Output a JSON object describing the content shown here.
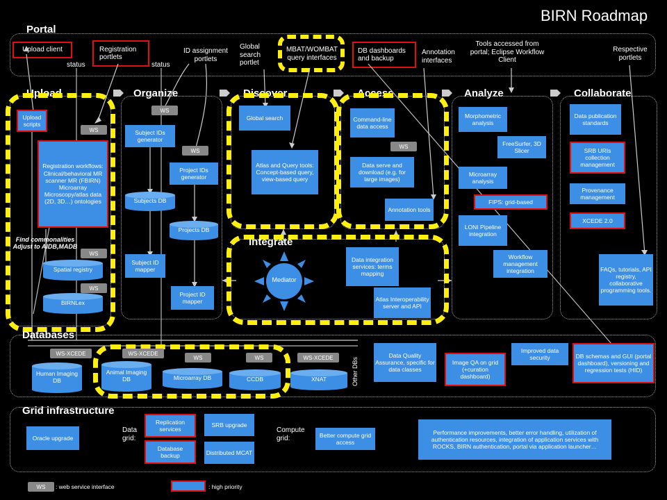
{
  "title": "BIRN Roadmap",
  "portal": {
    "header": "Portal",
    "upload_client": "Upload client",
    "registration_portlets": "Registration portlets",
    "status1": "status",
    "status2": "status",
    "id_assignment": "ID assignment portlets",
    "global_search_portlet": "Global search portlet",
    "mbat": "MBAT/WOMBAT query interfaces",
    "db_dashboards": "DB dashboards and backup",
    "annotation_interfaces": "Annotation interfaces",
    "tools_accessed": "Tools accessed from portal; Eclipse Workflow Client",
    "respective_portlets": "Respective portlets"
  },
  "sections": {
    "upload": "Upload",
    "organize": "Organize",
    "discover": "Discover",
    "access": "Access",
    "analyze": "Analyze",
    "collaborate": "Collaborate",
    "integrate": "Integrate",
    "databases": "Databases",
    "grid": "Grid infrastructure"
  },
  "upload": {
    "upload_scripts": "Upload scripts",
    "registration_workflows": "Registration workflows: Clinical/behavioral MR scanner MR (FBIRN) Microarray Microscopy/atlas data (2D, 3D…) ontologies",
    "find_commonalities": "Find commonalities Adjust to AIDB,MADB",
    "spatial_registry": "Spatial registry",
    "birnlex": "BIRNLex"
  },
  "organize": {
    "subject_ids_generator": "Subject IDs generator",
    "subjects_db": "Subjects DB",
    "subject_id_mapper": "Subject ID mapper",
    "project_ids_generator": "Project IDs generator",
    "projects_db": "Projects DB",
    "project_id_mapper": "Project ID mapper"
  },
  "discover": {
    "global_search": "Global search",
    "atlas_query": "Atlas and Query tools: Concept-based query, view-based query"
  },
  "access": {
    "command_line": "Command-line data access",
    "data_serve": "Data serve and download (e.g. for large images)",
    "annotation_tools": "Annotation tools"
  },
  "analyze": {
    "morphometric": "Morphometric analysis",
    "freesurfer": "FreeSurfer, 3D Slicer",
    "microarray_analysis": "Microarray analysis",
    "fips": "FIPS: grid-based",
    "loni": "LONI Pipeline integration",
    "workflow": "Workflow management integration"
  },
  "collaborate": {
    "data_publication": "Data publication standards",
    "srb_uris": "SRB URIs collection management",
    "provenance": "Provenance management",
    "xcede": "XCEDE 2.0",
    "faqs": "FAQs, tutorials, API registry, collaborative programming tools."
  },
  "integrate": {
    "mediator": "Mediator",
    "data_integration": "Data integration services: terms mapping",
    "atlas_interop": "Atlas Interoperability server and API"
  },
  "databases": {
    "human_imaging": "Human Imaging DB",
    "animal_imaging": "Animal Imaging DB",
    "microarray_db": "Microarray DB",
    "ccdb": "CCDB",
    "xnat": "XNAT",
    "other_dbs": "Other DBs",
    "data_quality": "Data Quality Assurance, specific for data classes",
    "image_qa": "Image QA on grid (+curation dashboard)",
    "improved_security": "Improved data security",
    "db_schemas": "DB schemas and GUI (portal dashboard), versioning and regression tests (HID)"
  },
  "grid": {
    "oracle_upgrade": "Oracle upgrade",
    "data_grid": "Data grid:",
    "replication": "Replication services",
    "database_backup": "Database backup",
    "srb_upgrade": "SRB upgrade",
    "distributed_mcat": "Distributed MCAT",
    "compute_grid": "Compute grid:",
    "better_compute": "Better compute grid access",
    "performance": "Performance improvements, better error handling, utilization of authentication resources, integration of application services with ROCKS, BIRN authentication, portal via application launcher…"
  },
  "ws": {
    "ws": "WS",
    "ws_xcede": "WS-XCEDE"
  },
  "legend": {
    "ws": "WS",
    "ws_text": ": web service interface",
    "hp_text": ": high priority"
  },
  "colors": {
    "box_blue": "#3d8fe6",
    "priority_red": "#e01010",
    "highlight_yellow": "#ffef10",
    "ws_gray": "#888888"
  }
}
